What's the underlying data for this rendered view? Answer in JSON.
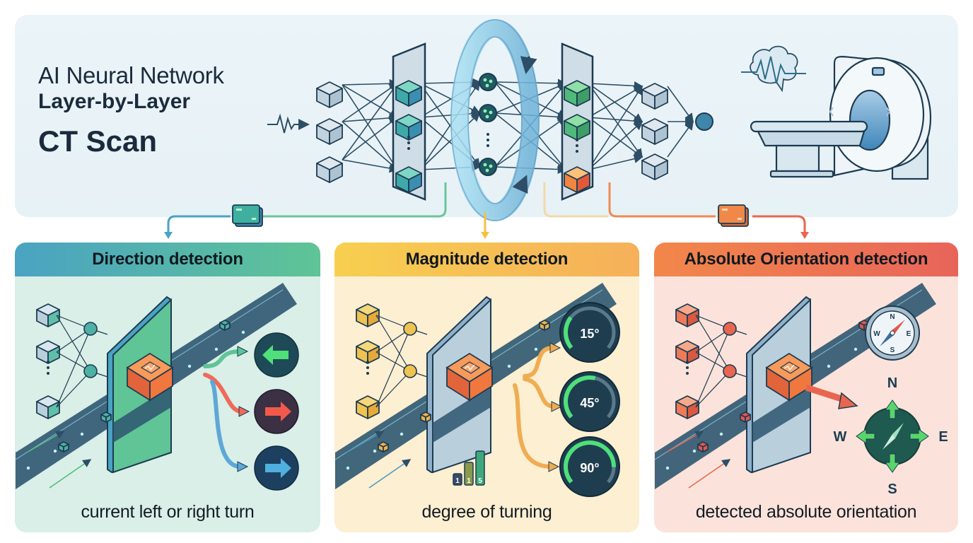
{
  "header": {
    "title_line1": "AI Neural Network",
    "title_line2": "Layer-by-Layer",
    "title_line3": "CT Scan"
  },
  "top_diagram": {
    "icons": [
      "signal-wave-icon",
      "input-cube-nodes",
      "hidden-layer-panel",
      "scan-ring",
      "output-layer-panel",
      "output-node",
      "brain-wave-icon",
      "ct-scanner-icon"
    ],
    "colors": {
      "stroke": "#1d3b52",
      "teal_cube": "#3fa9a9",
      "green_cube": "#4fba7a",
      "orange_cube": "#f2853f",
      "ring": "#8fd0ec",
      "output_node": "#3f86ab"
    }
  },
  "connectors": {
    "colors": {
      "left": "#4aa3c2",
      "middle": "#f6c142",
      "right": "#e8664f"
    }
  },
  "cards": [
    {
      "id": "direction",
      "title": "Direction detection",
      "caption": "current left or right turn",
      "accent": "#5fc496",
      "outputs": [
        {
          "icon": "arrow-left-icon",
          "color": "#4fe07a"
        },
        {
          "icon": "arrow-right-icon",
          "color": "#f15a4a"
        },
        {
          "icon": "arrow-right-icon",
          "color": "#4fb0e0"
        }
      ]
    },
    {
      "id": "magnitude",
      "title": "Magnitude detection",
      "caption": "degree of turning",
      "accent": "#f6b05a",
      "gauges": [
        {
          "label": "15°",
          "fraction": 0.3
        },
        {
          "label": "45°",
          "fraction": 0.55
        },
        {
          "label": "90°",
          "fraction": 0.85
        }
      ],
      "bars": [
        {
          "label": "1",
          "level": 0.2
        },
        {
          "label": "1",
          "level": 0.6
        },
        {
          "label": "5",
          "level": 1.0
        }
      ]
    },
    {
      "id": "orientation",
      "title": "Absolute Orientation detection",
      "caption": "detected absolute orientation",
      "accent": "#e8645a",
      "compass_small": {
        "n": "N",
        "e": "E",
        "s": "S",
        "w": "W"
      },
      "compass_large": {
        "n": "N",
        "e": "E",
        "s": "S",
        "w": "W"
      }
    }
  ]
}
